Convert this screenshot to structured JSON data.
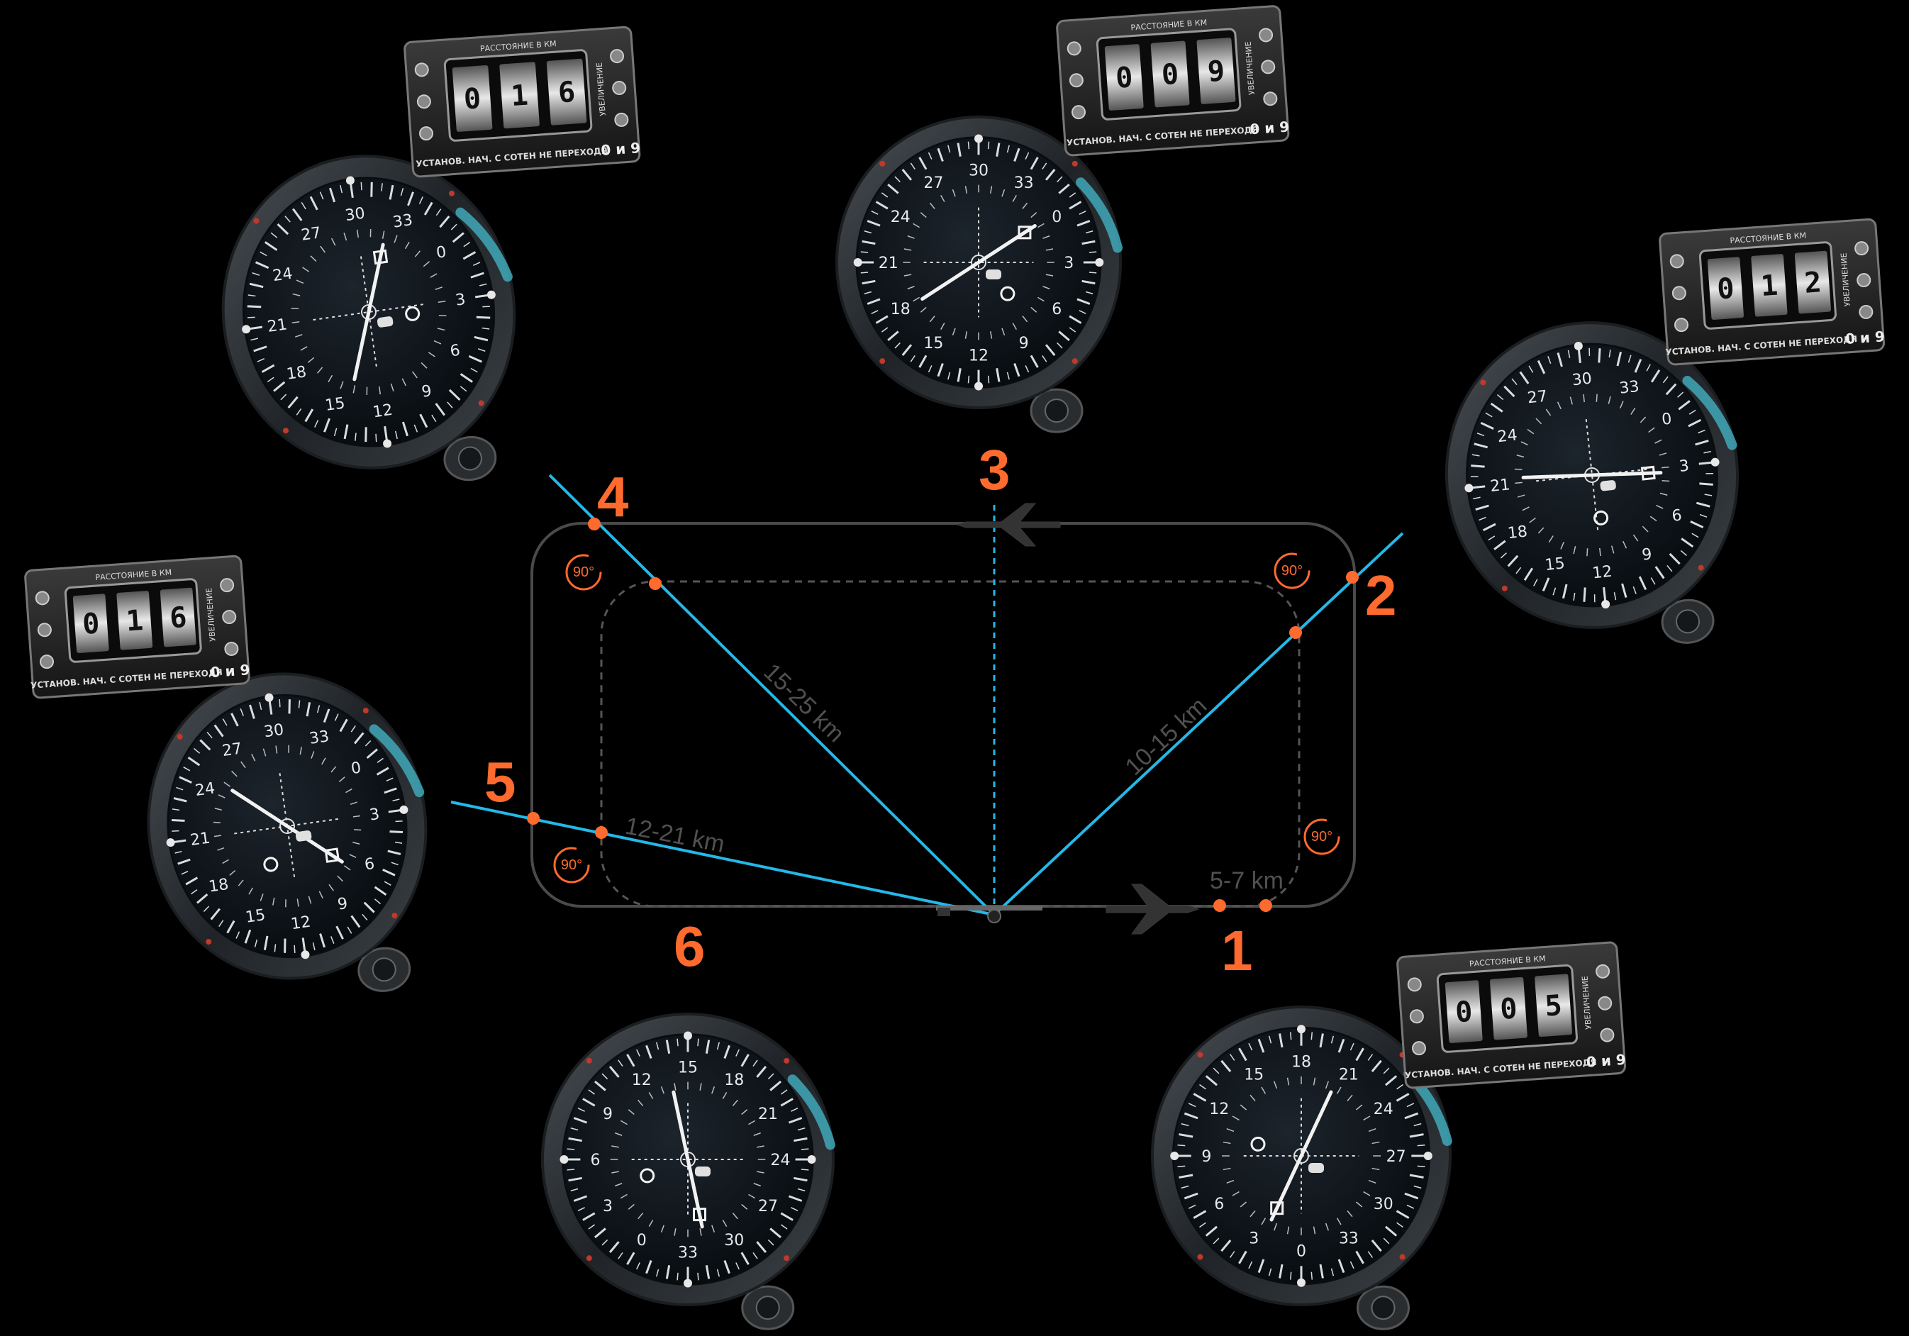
{
  "diagram": {
    "point_labels": [
      "1",
      "2",
      "3",
      "4",
      "5",
      "6"
    ],
    "distance_labels": {
      "leg1": "5-7 km",
      "leg2": "10-15 km",
      "leg4": "15-25 km",
      "leg5": "12-21 km"
    },
    "turn_badge": "90°",
    "colors": {
      "background": "#000000",
      "accent_orange": "#ff6a2e",
      "bearing_line": "#24b8e8",
      "pattern_line": "#4a4a4a"
    }
  },
  "counter_text": {
    "top": "РАССТОЯНИЕ В КМ",
    "side": "УВЕЛИЧЕНИЕ",
    "bottom": "УСТАНОВ. НАЧ. С СОТЕН НЕ ПЕРЕХОДЯ",
    "range": "0 и 9"
  },
  "instruments": [
    {
      "id": "gauge-1",
      "counter": {
        "d1": "0",
        "d2": "1",
        "d3": "6"
      },
      "scale_labels": [
        "30",
        "33",
        "0",
        "3",
        "6",
        "9",
        "12",
        "15",
        "18",
        "21",
        "24",
        "27"
      ]
    },
    {
      "id": "gauge-2",
      "counter": {
        "d1": "0",
        "d2": "0",
        "d3": "9"
      },
      "scale_labels": [
        "30",
        "33",
        "0",
        "3",
        "6",
        "9",
        "12",
        "15",
        "18",
        "21",
        "24",
        "27"
      ]
    },
    {
      "id": "gauge-3",
      "counter": {
        "d1": "0",
        "d2": "1",
        "d3": "2"
      },
      "scale_labels": [
        "30",
        "33",
        "0",
        "3",
        "6",
        "9",
        "12",
        "15",
        "18",
        "21",
        "24",
        "27"
      ]
    },
    {
      "id": "gauge-4",
      "counter": {
        "d1": "0",
        "d2": "1",
        "d3": "6"
      },
      "scale_labels": [
        "30",
        "33",
        "0",
        "3",
        "6",
        "9",
        "12",
        "15",
        "18",
        "21",
        "24",
        "27"
      ]
    },
    {
      "id": "gauge-5",
      "counter": null,
      "scale_labels": [
        "15",
        "18",
        "21",
        "24",
        "27",
        "30",
        "33",
        "0",
        "3",
        "6",
        "9",
        "12"
      ]
    },
    {
      "id": "gauge-6",
      "counter": {
        "d1": "0",
        "d2": "0",
        "d3": "5"
      },
      "scale_labels": [
        "18",
        "21",
        "24",
        "27",
        "30",
        "33",
        "0",
        "3",
        "6",
        "9",
        "12",
        "15"
      ]
    }
  ]
}
